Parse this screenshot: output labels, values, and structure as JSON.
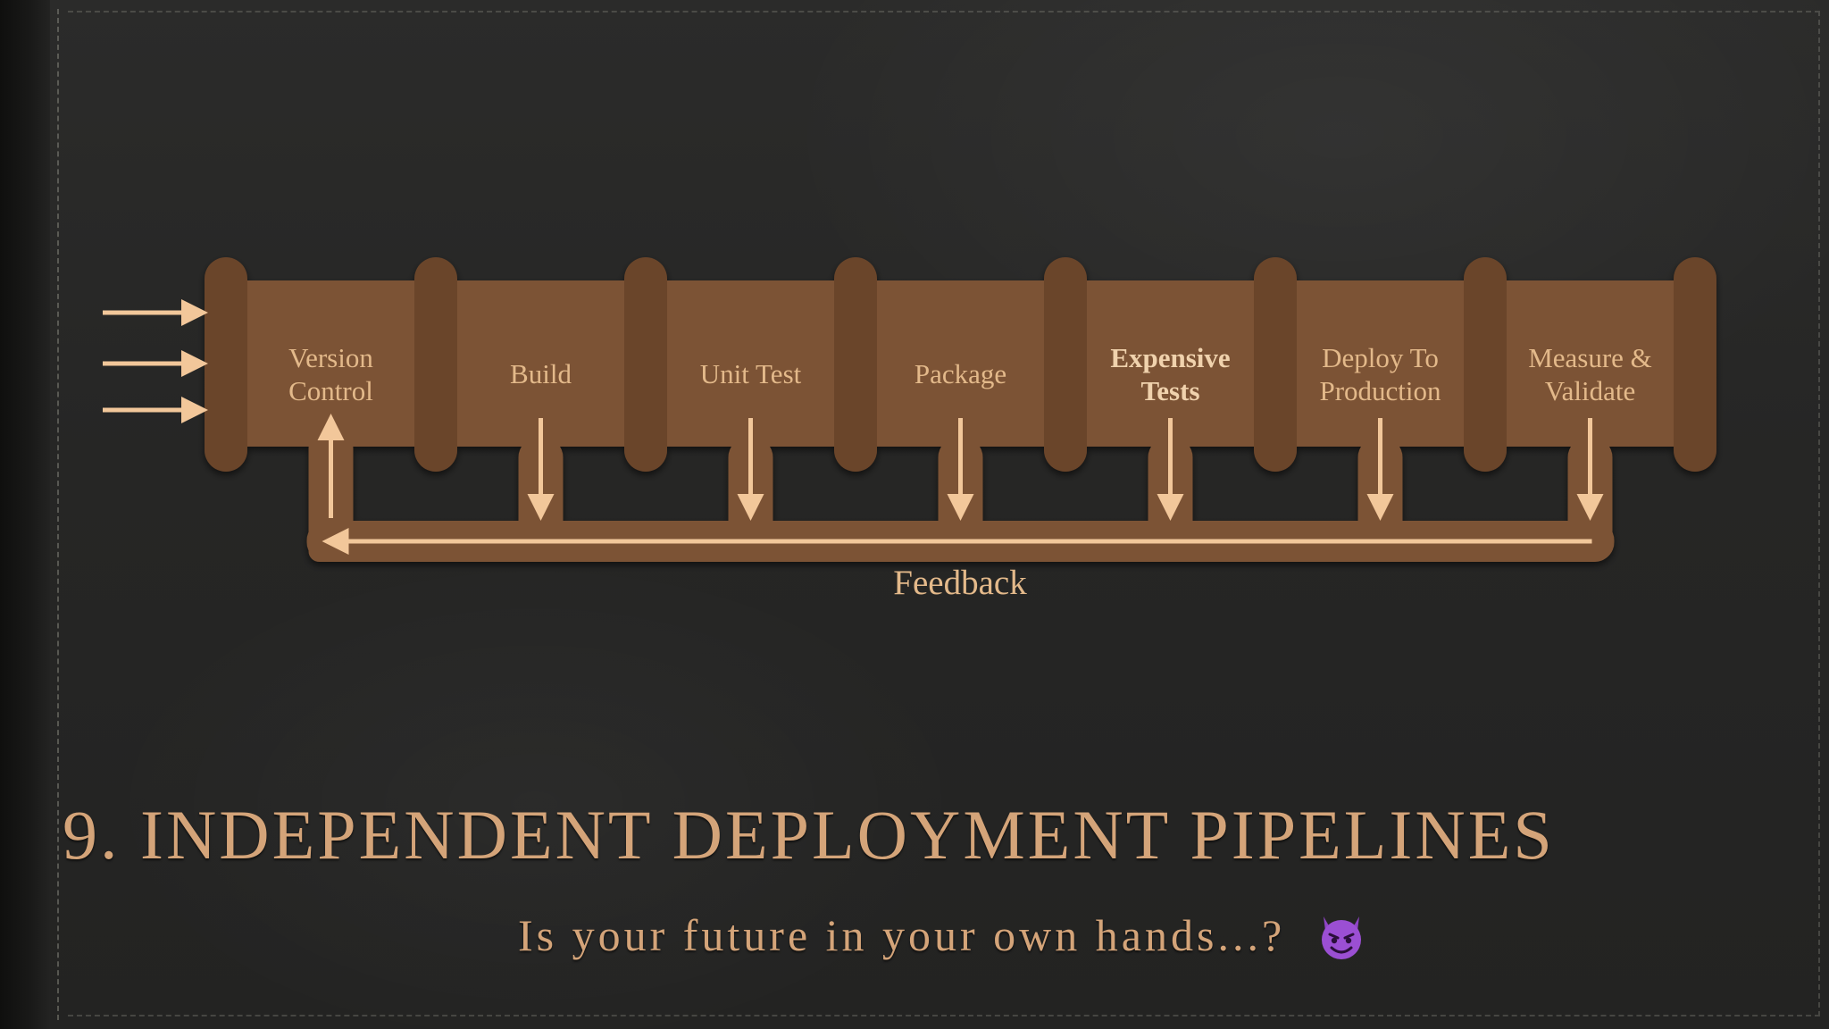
{
  "diagram": {
    "stages": [
      {
        "label": "Version\nControl",
        "emphasized": false
      },
      {
        "label": "Build",
        "emphasized": false
      },
      {
        "label": "Unit Test",
        "emphasized": false
      },
      {
        "label": "Package",
        "emphasized": false
      },
      {
        "label": "Expensive\nTests",
        "emphasized": true
      },
      {
        "label": "Deploy To\nProduction",
        "emphasized": false
      },
      {
        "label": "Measure &\nValidate",
        "emphasized": false
      }
    ],
    "feedback_label": "Feedback",
    "colors": {
      "box": "#7c5335",
      "post": "#6b4529",
      "arrow": "#f2c79a",
      "text": "#e3b98a"
    }
  },
  "slide": {
    "title": "9. INDEPENDENT DEPLOYMENT PIPELINES",
    "subtitle": "Is your future in your own hands...?",
    "subtitle_icon": "devil-emoji-icon"
  }
}
